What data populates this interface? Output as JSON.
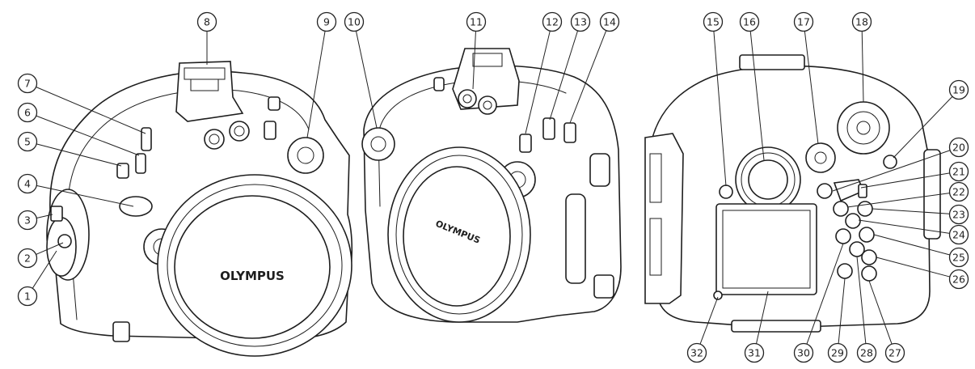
{
  "brand_text": "OLYMPUS",
  "callouts": [
    "1",
    "2",
    "3",
    "4",
    "5",
    "6",
    "7",
    "8",
    "9",
    "10",
    "11",
    "12",
    "13",
    "14",
    "15",
    "16",
    "17",
    "18",
    "19",
    "20",
    "21",
    "22",
    "23",
    "24",
    "25",
    "26",
    "27",
    "28",
    "29",
    "30",
    "31",
    "32"
  ]
}
